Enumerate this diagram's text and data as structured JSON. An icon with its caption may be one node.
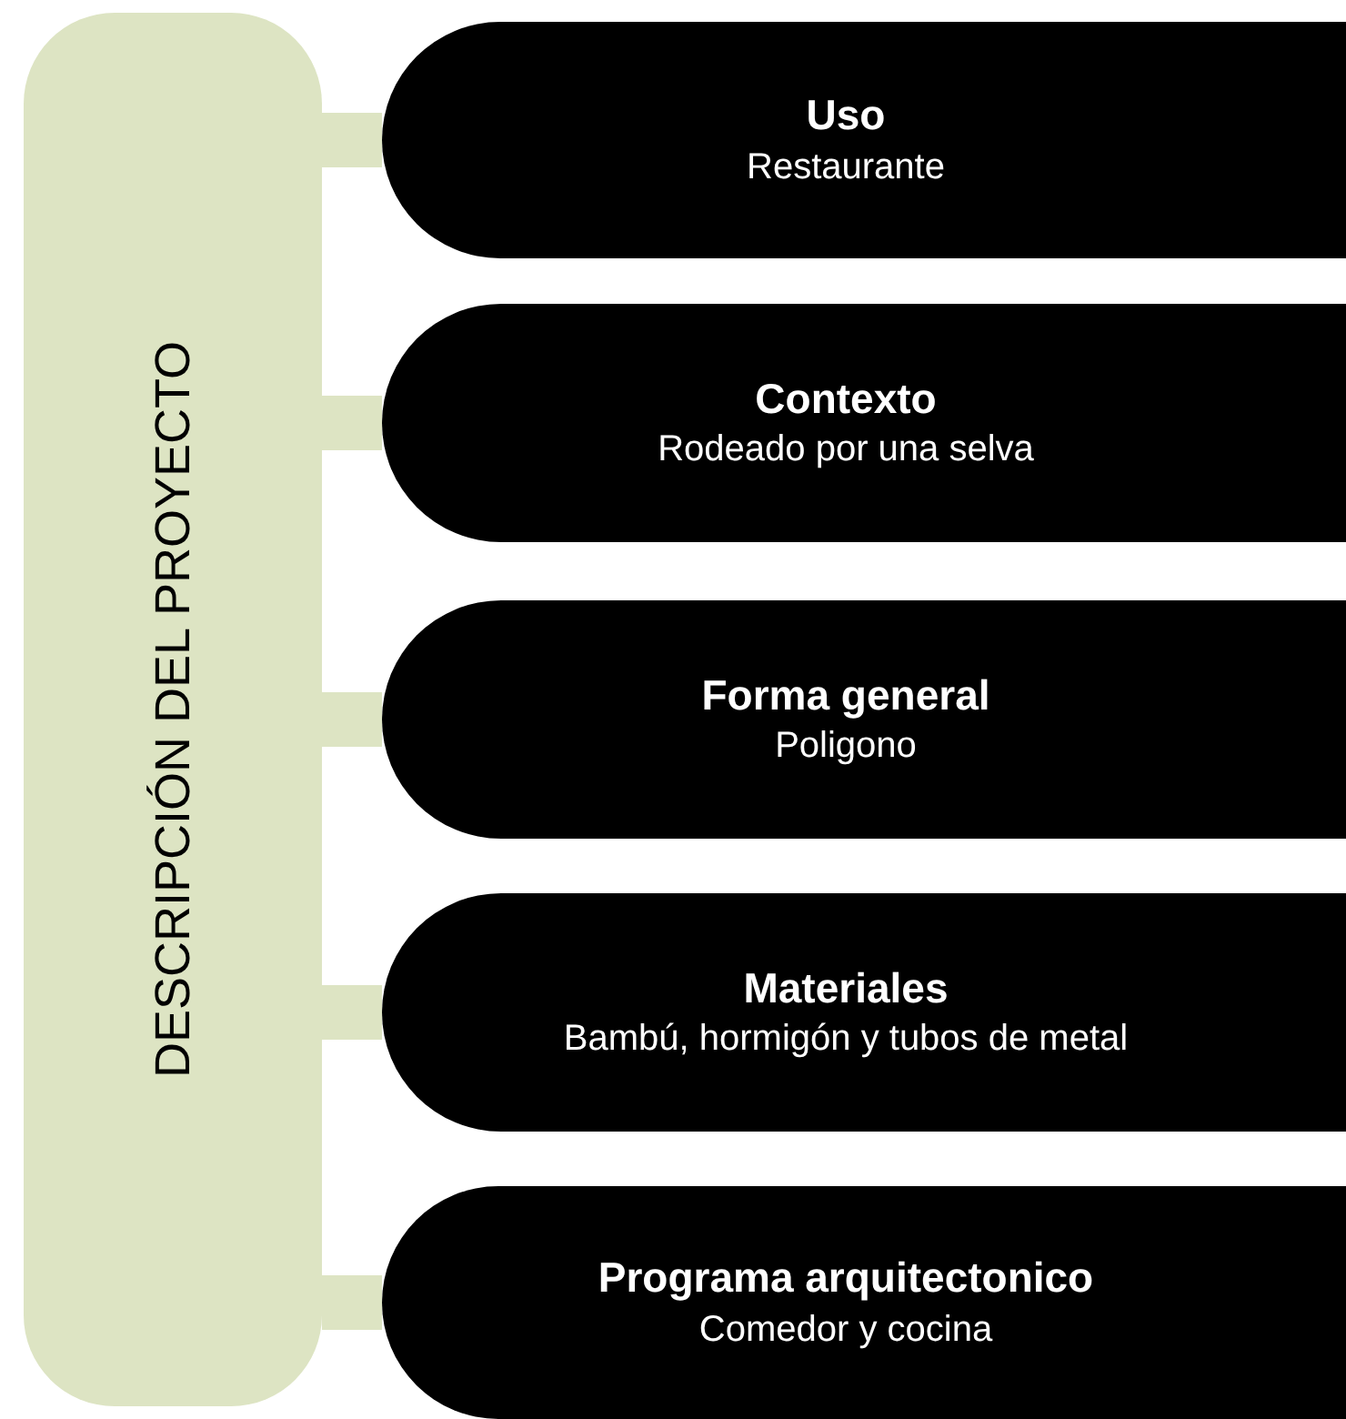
{
  "diagram": {
    "nodes": [
      {
        "text": [
          "DESCRIPCIÓN DEL PROYECTO"
        ]
      },
      {
        "text": [
          "Uso",
          "Restaurante"
        ]
      },
      {
        "text": [
          "Contexto",
          "Rodeado por una selva"
        ]
      },
      {
        "text": [
          "Forma general",
          "Poligono"
        ]
      },
      {
        "text": [
          "Materiales",
          "Bambú, hormigón y tubos de metal"
        ]
      },
      {
        "text": [
          "Programa arquitectonico",
          "Comedor y cocina"
        ]
      }
    ],
    "edges": [
      {
        "from": 0,
        "to": 1,
        "arrow": "none"
      },
      {
        "from": 0,
        "to": 2,
        "arrow": "none"
      },
      {
        "from": 0,
        "to": 3,
        "arrow": "none"
      },
      {
        "from": 0,
        "to": 4,
        "arrow": "none"
      },
      {
        "from": 0,
        "to": 5,
        "arrow": "none"
      }
    ]
  }
}
